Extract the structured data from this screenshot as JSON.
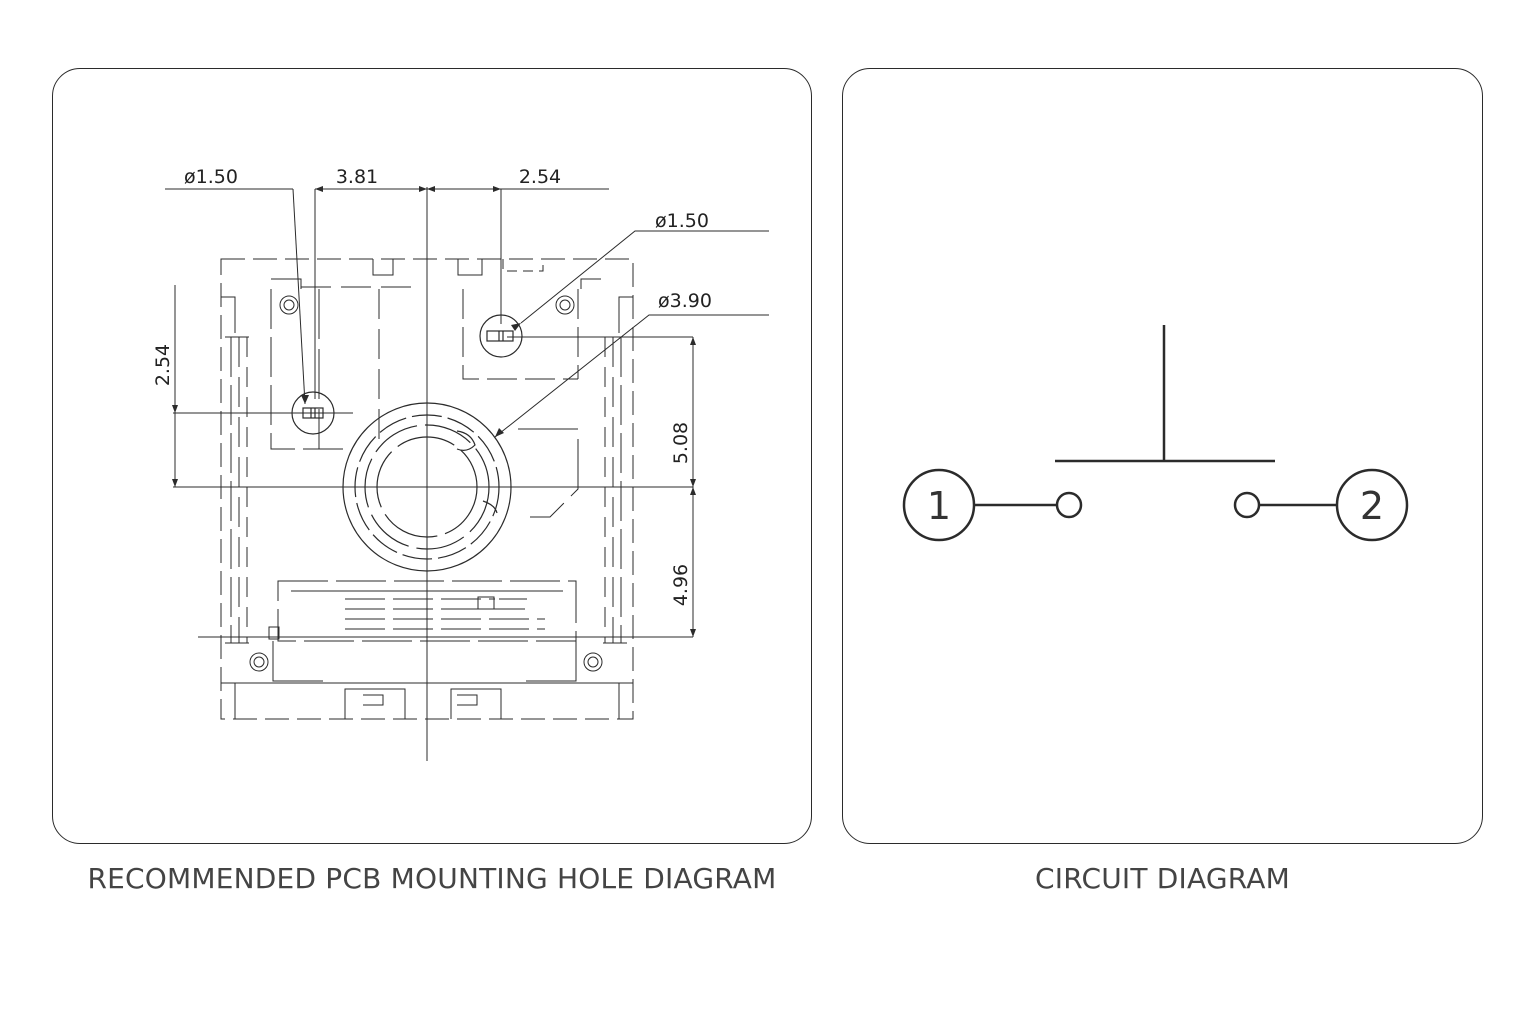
{
  "pcb_diagram": {
    "caption": "RECOMMENDED PCB MOUNTING HOLE DIAGRAM",
    "dimensions": {
      "hole_left_diameter": "ø1.50",
      "hole_spacing_left": "3.81",
      "hole_spacing_right": "2.54",
      "hole_right_diameter": "ø1.50",
      "center_hole_diameter": "ø3.90",
      "vertical_left": "2.54",
      "vertical_upper_right": "5.08",
      "vertical_lower_right": "4.96"
    }
  },
  "circuit_diagram": {
    "caption": "CIRCUIT DIAGRAM",
    "pin1": "1",
    "pin2": "2"
  },
  "colors": {
    "line": "#2b2b2b",
    "caption": "#444444"
  }
}
